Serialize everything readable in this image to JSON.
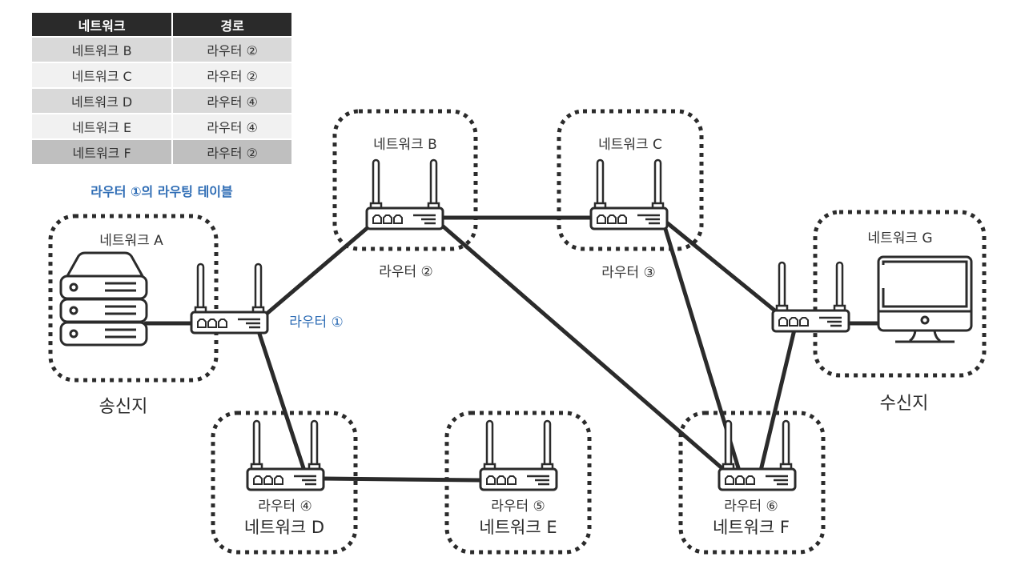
{
  "routing_table": {
    "headers": [
      "네트워크",
      "경로"
    ],
    "rows": [
      [
        "네트워크 B",
        "라우터 ②"
      ],
      [
        "네트워크 C",
        "라우터 ②"
      ],
      [
        "네트워크 D",
        "라우터 ④"
      ],
      [
        "네트워크 E",
        "라우터 ④"
      ],
      [
        "네트워크 F",
        "라우터 ②"
      ]
    ],
    "caption": "라우터 ①의 라우팅 테이블"
  },
  "networks": {
    "a": "네트워크 A",
    "b": "네트워크 B",
    "c": "네트워크 C",
    "d": "네트워크 D",
    "e": "네트워크 E",
    "f": "네트워크 F",
    "g": "네트워크 G"
  },
  "routers": {
    "r1": "라우터 ①",
    "r2": "라우터 ②",
    "r3": "라우터 ③",
    "r4": "라우터 ④",
    "r5": "라우터 ⑤",
    "r6": "라우터 ⑥"
  },
  "endpoints": {
    "sender": "송신지",
    "receiver": "수신지",
    "sender_icon": "server-icon",
    "receiver_icon": "desktop-monitor-icon"
  },
  "links": [
    [
      "server",
      "r1"
    ],
    [
      "r1",
      "r2"
    ],
    [
      "r1",
      "r4"
    ],
    [
      "r2",
      "r3"
    ],
    [
      "r2",
      "r6"
    ],
    [
      "r3",
      "r6"
    ],
    [
      "r3",
      "r7"
    ],
    [
      "r4",
      "r5"
    ],
    [
      "r7",
      "r6"
    ],
    [
      "r7",
      "monitor"
    ]
  ],
  "colors": {
    "accent_blue": "#2f6db5",
    "line": "#2b2b2b",
    "table_header": "#2a2a2a"
  }
}
